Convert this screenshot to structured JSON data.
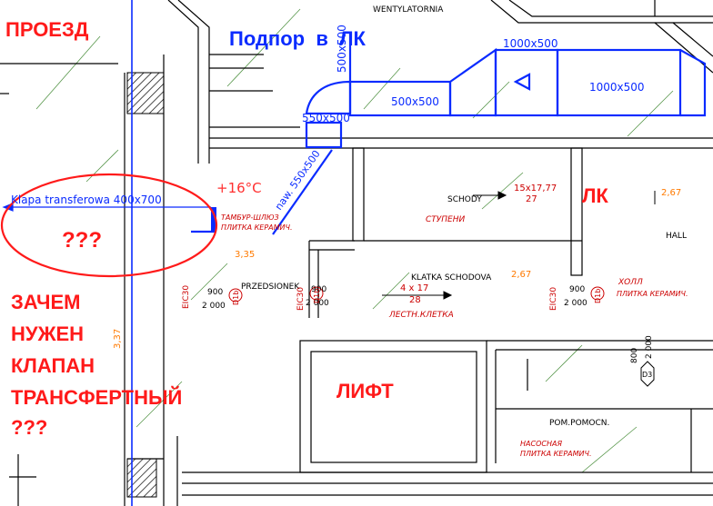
{
  "annotations": {
    "proezd": "ПРОЕЗД",
    "podpor": "Подпор  в  ЛК",
    "lk": "ЛК",
    "lift": "ЛИФТ",
    "question_marks": "???",
    "why_line1": "ЗАЧЕМ",
    "why_line2": "НУЖЕН",
    "why_line3": "КЛАПАН",
    "why_line4": "ТРАНСФЕРТНЫЙ",
    "why_line5": "???"
  },
  "duct_labels": {
    "d500_vertical": "500x500",
    "d550": "550x500",
    "d500_horizontal": "500x500",
    "d1000_top": "1000x500",
    "d1000_main": "1000x500",
    "klapa": "Klapa transferowa 400x700",
    "naw": "naw. 550x500",
    "temperature": "+16°C"
  },
  "room_labels": {
    "wentylatornia": "WENTYLATORNIA",
    "schody": "SCHODY",
    "stupeni": "СТУПЕНИ",
    "stair_dims": "15x17,77",
    "stair_count": "27",
    "level_267a": "2,67",
    "hall": "HALL",
    "tambur_1": "ТАМБУР-ШЛЮЗ",
    "tambur_2": "ПЛИТКА КЕРАМИЧ.",
    "level_335": "3,35",
    "przedsionek": "PRZEDSIONEK",
    "klatka": "KLATKA SCHODOVA",
    "level_267b": "2,67",
    "flight_dims": "4 x 17",
    "flight_count": "28",
    "lestnichnaya": "ЛЕСТН.КЛЕТКА",
    "holl": "ХОЛЛ",
    "holl_tile": "ПЛИТКА КЕРАМИЧ.",
    "pompomocn": "POM.POMOCN.",
    "nasosnaya": "НАСОСНАЯ",
    "nasosnaya_tile": "ПЛИТКА КЕРАМИЧ.",
    "side_337": "3,37"
  },
  "doors": {
    "d1_code": "EIC30",
    "d1_w": "900",
    "d1_h": "2 000",
    "d1_tag": "D1b",
    "d2_code": "EIC30",
    "d2_w": "900",
    "d2_h": "2 000",
    "d2_tag": "D1b",
    "d3_code": "EIC30",
    "d3_w": "900",
    "d3_h": "2 000",
    "d3_tag": "D1b",
    "d4_w": "800",
    "d4_h": "2 000",
    "d4_tag": "D3"
  },
  "colors": {
    "annotation_red": "#ff1a1a",
    "duct_blue": "#0a2bff",
    "wall_black": "#000000",
    "room_red": "#cc0000",
    "level_orange": "#ff7a00",
    "grid_green": "#2e7d1e"
  }
}
